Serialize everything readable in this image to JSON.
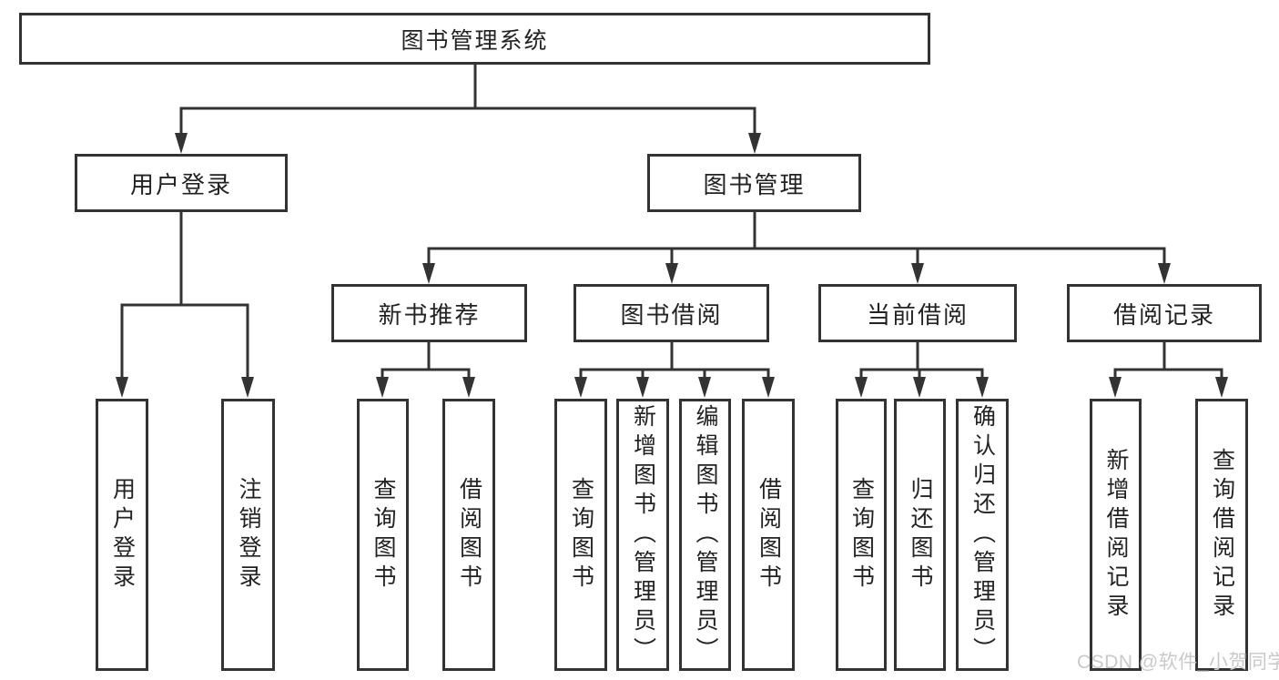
{
  "tree": {
    "root": {
      "label": "图书管理系统",
      "children": [
        {
          "label": "用户登录",
          "children": [
            {
              "label": "用户登录"
            },
            {
              "label": "注销登录"
            }
          ]
        },
        {
          "label": "图书管理",
          "children": [
            {
              "label": "新书推荐",
              "children": [
                {
                  "label": "查询图书"
                },
                {
                  "label": "借阅图书"
                }
              ]
            },
            {
              "label": "图书借阅",
              "children": [
                {
                  "label": "查询图书"
                },
                {
                  "label": "新增图书（管理员）"
                },
                {
                  "label": "编辑图书（管理员）"
                },
                {
                  "label": "借阅图书"
                }
              ]
            },
            {
              "label": "当前借阅",
              "children": [
                {
                  "label": "查询图书"
                },
                {
                  "label": "归还图书"
                },
                {
                  "label": "确认归还（管理员）"
                }
              ]
            },
            {
              "label": "借阅记录",
              "children": [
                {
                  "label": "新增借阅记录"
                },
                {
                  "label": "查询借阅记录"
                }
              ]
            }
          ]
        }
      ]
    }
  },
  "watermark": {
    "text": "CSDN @软件_小贺同学"
  },
  "colors": {
    "line": "#333333",
    "text": "#222222",
    "wm": "#c9c9c9"
  }
}
